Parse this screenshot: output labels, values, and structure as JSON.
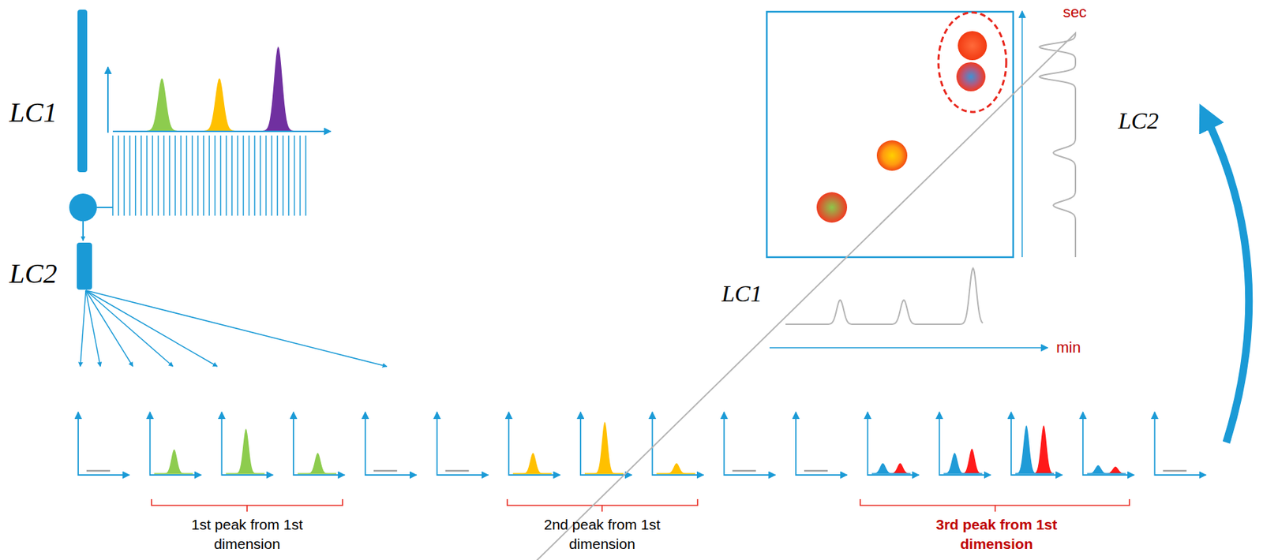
{
  "diagram": {
    "labels": [
      "LC1",
      "LC2",
      "sec",
      "LC2",
      "LC1",
      "min",
      "1st peak from 1st dimension",
      "2nd peak from 1st dimension",
      "3rd peak from 1st dimension"
    ]
  }
}
